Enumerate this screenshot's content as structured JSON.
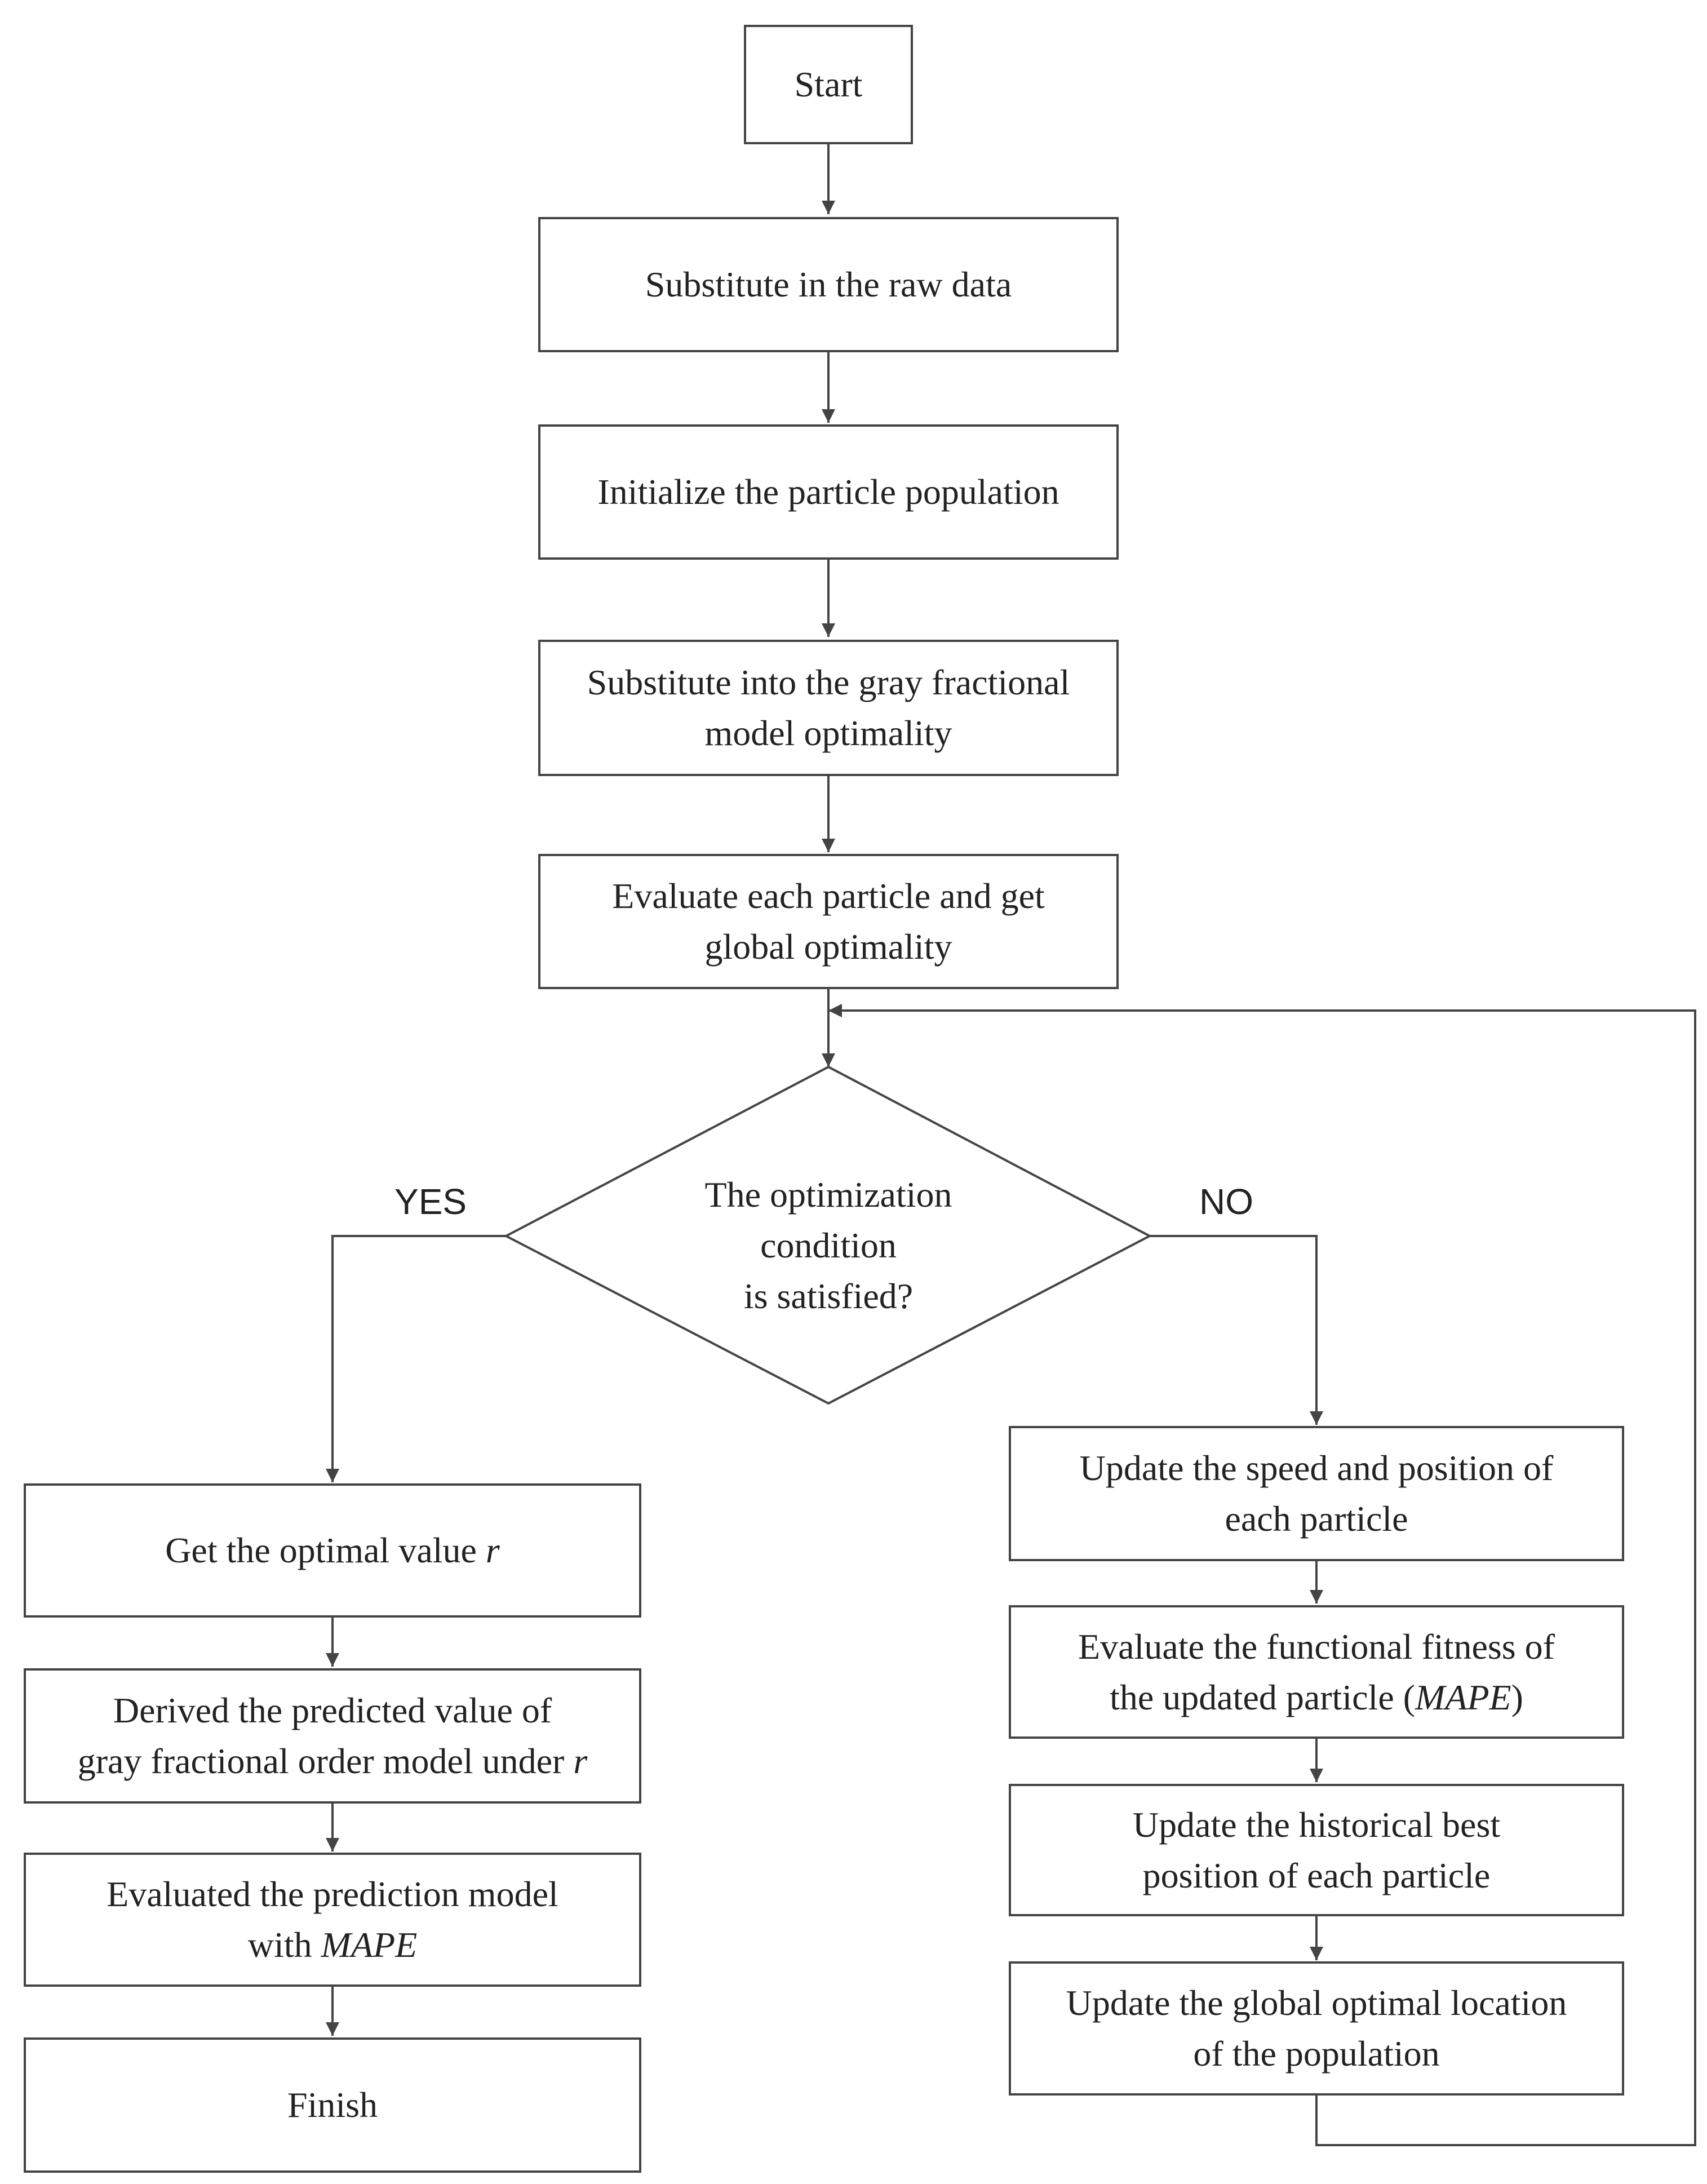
{
  "nodes": {
    "start": "Start",
    "substitute_raw": "Substitute in the raw data",
    "init_population": "Initialize the particle population",
    "substitute_model_l1": "Substitute into the gray fractional",
    "substitute_model_l2": "model optimality",
    "evaluate_global_l1": "Evaluate each particle and get",
    "evaluate_global_l2": "global optimality",
    "decision_l1": "The optimization condition",
    "decision_l2": "is satisfied?",
    "get_optimal_prefix": "Get the optimal value ",
    "get_optimal_var": "r",
    "derived_l1": "Derived the predicted value of",
    "derived_l2_prefix": "gray fractional order model under ",
    "derived_l2_var": "r",
    "evaluated_l1": "Evaluated the prediction model",
    "evaluated_l2_prefix": "with ",
    "evaluated_l2_var": "MAPE",
    "finish": "Finish",
    "update_speed_l1": "Update the speed and position of",
    "update_speed_l2": "each particle",
    "eval_fitness_l1": "Evaluate the functional fitness of",
    "eval_fitness_l2_prefix": "the updated particle (",
    "eval_fitness_l2_var": "MAPE",
    "eval_fitness_l2_suffix": ")",
    "update_hist_l1": "Update the historical best",
    "update_hist_l2": "position of each particle",
    "update_global_l1": "Update the global optimal location",
    "update_global_l2": "of the population"
  },
  "branches": {
    "yes": "YES",
    "no": "NO"
  },
  "colors": {
    "stroke": "#444444",
    "text": "#222222",
    "background": "#ffffff"
  }
}
